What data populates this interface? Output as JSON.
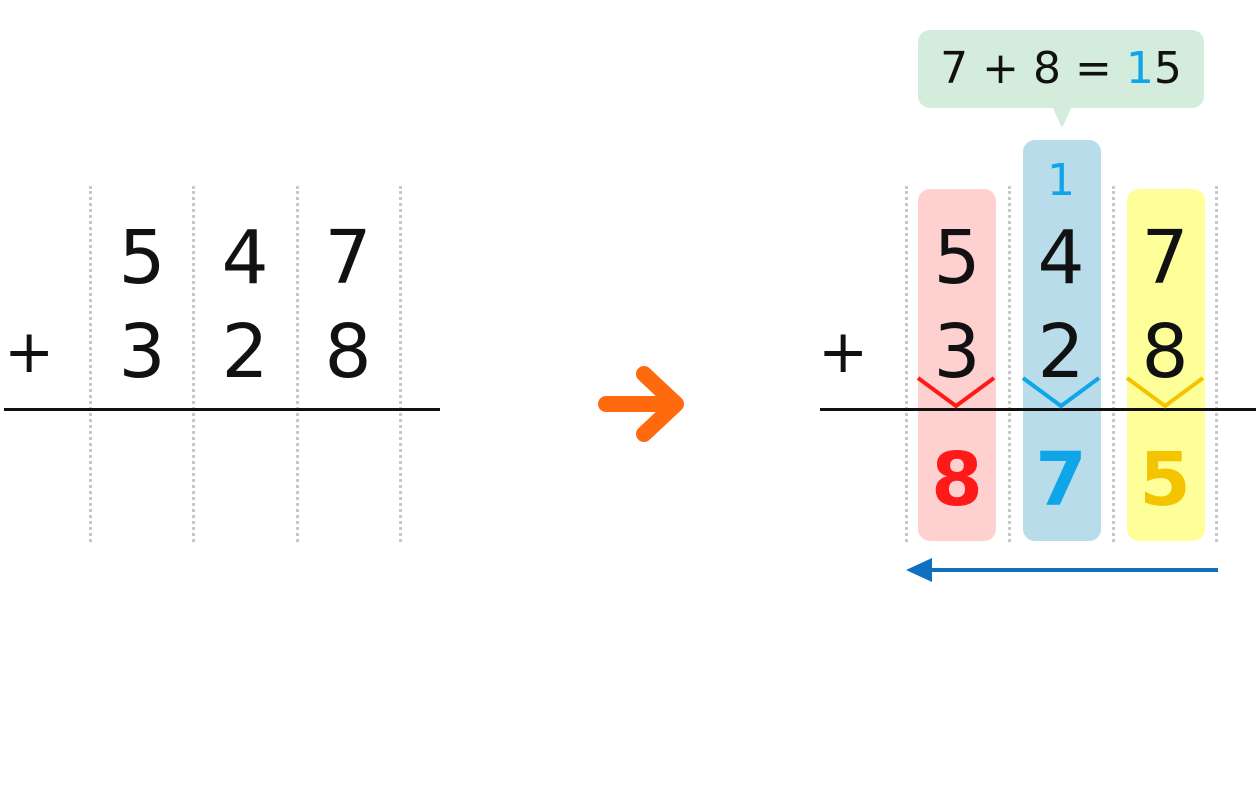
{
  "colors": {
    "ones": "#ff1a1a",
    "tens": "#0ea5e9",
    "hundreds": "#f5c400",
    "ones_bg": "#ffd0d0",
    "tens_bg": "#b8dcea",
    "hundreds_bg": "#ffff99",
    "arrow_orange": "#ff6a0e",
    "arrow_blue": "#1070c0",
    "bubble_bg": "#d4ecdc"
  },
  "left_problem": {
    "plus_sign": "+",
    "top_digits": [
      "5",
      "4",
      "7"
    ],
    "bottom_digits": [
      "3",
      "2",
      "8"
    ]
  },
  "middle_arrow_icon": "right-arrow-icon",
  "right_problem": {
    "plus_sign": "+",
    "top_digits": [
      "5",
      "4",
      "7"
    ],
    "bottom_digits": [
      "3",
      "2",
      "8"
    ],
    "carry_digit": "1",
    "result_digits": [
      "8",
      "7",
      "5"
    ],
    "bubble": {
      "left": "7 + 8 = ",
      "carry": "1",
      "right": "5"
    },
    "direction_arrow_icon": "left-arrow-icon"
  }
}
